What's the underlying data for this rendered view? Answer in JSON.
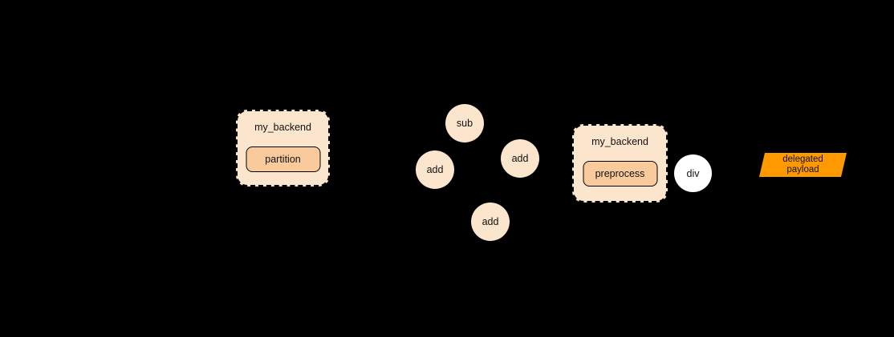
{
  "diagram": {
    "description": "graph partitioning and delegation diagram",
    "colors": {
      "background": "#000000",
      "cluster_fill": "#fce5cd",
      "inner_node_fill": "#f9cb9c",
      "op_circle_fill": "#fce5cd",
      "div_circle_fill": "#ffffff",
      "payload_fill": "#ff9900",
      "text": "#111111",
      "border": "#000000"
    },
    "clusters": [
      {
        "label": "my_backend",
        "node_label": "partition"
      },
      {
        "label": "my_backend",
        "node_label": "preprocess"
      }
    ],
    "op_nodes": [
      {
        "label": "sub"
      },
      {
        "label": "add"
      },
      {
        "label": "add"
      },
      {
        "label": "add"
      },
      {
        "label": "div"
      }
    ],
    "payload": {
      "line1": "delegated",
      "line2": "payload"
    }
  }
}
